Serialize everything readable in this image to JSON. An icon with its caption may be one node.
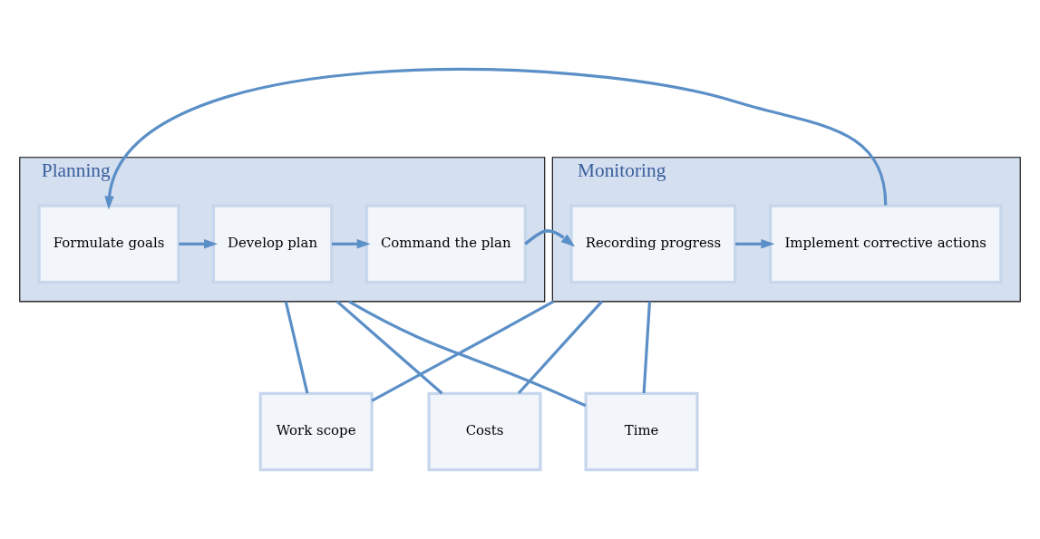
{
  "diagram": {
    "nodes": [
      {
        "text": [
          "Planning"
        ]
      },
      {
        "text": [
          "Formulate goals"
        ],
        "in": 0
      },
      {
        "text": [
          "Develop plan"
        ],
        "in": 0
      },
      {
        "text": [
          "Command the plan"
        ],
        "in": 0
      },
      {
        "text": [
          "Monitoring"
        ]
      },
      {
        "text": [
          "Recording progress"
        ],
        "in": 4
      },
      {
        "text": [
          "Implement corrective actions"
        ],
        "in": 4
      },
      {
        "text": [
          "Time"
        ]
      },
      {
        "text": [
          "Work scope"
        ]
      },
      {
        "text": [
          "Costs"
        ]
      }
    ],
    "edges": [
      {
        "from": 1,
        "to": 2,
        "arrow": "to"
      },
      {
        "from": 2,
        "to": 3,
        "arrow": "to"
      },
      {
        "from": 3,
        "to": 5,
        "arrow": "to"
      },
      {
        "from": 5,
        "to": 6,
        "arrow": "to"
      },
      {
        "from": 6,
        "to": 1,
        "arrow": "to"
      },
      {
        "from": 0,
        "to": 7,
        "arrow": "none"
      },
      {
        "from": 0,
        "to": 8,
        "arrow": "none"
      },
      {
        "from": 0,
        "to": 9,
        "arrow": "none"
      },
      {
        "from": 4,
        "to": 7,
        "arrow": "none"
      },
      {
        "from": 4,
        "to": 8,
        "arrow": "none"
      },
      {
        "from": 4,
        "to": 9,
        "arrow": "none"
      }
    ]
  }
}
